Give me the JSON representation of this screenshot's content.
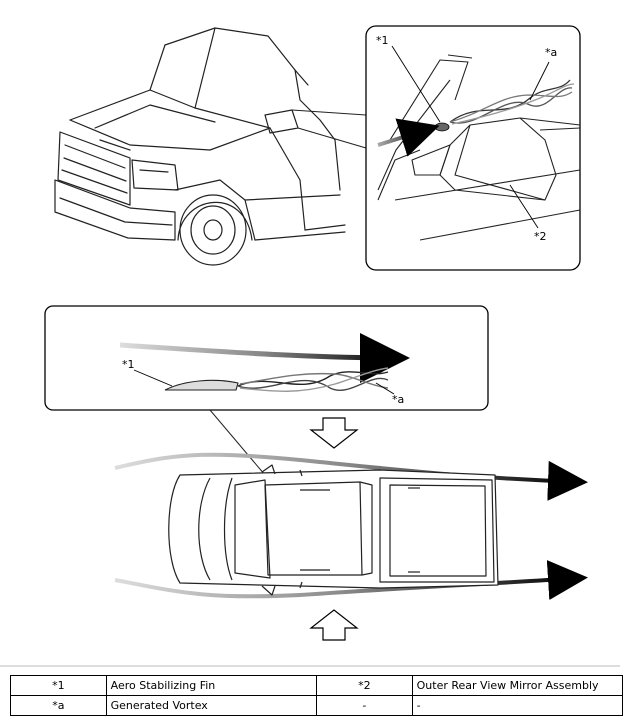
{
  "callouts": {
    "top_fin": "*1",
    "top_vortex": "*a",
    "top_mirror": "*2",
    "mid_fin": "*1",
    "mid_vortex": "*a"
  },
  "legend": {
    "rows": [
      [
        {
          "code": "*1",
          "desc": "Aero Stabilizing Fin"
        },
        {
          "code": "*2",
          "desc": "Outer Rear View Mirror Assembly"
        }
      ],
      [
        {
          "code": "*a",
          "desc": "Generated Vortex"
        },
        {
          "code": "-",
          "desc": "-"
        }
      ]
    ]
  }
}
